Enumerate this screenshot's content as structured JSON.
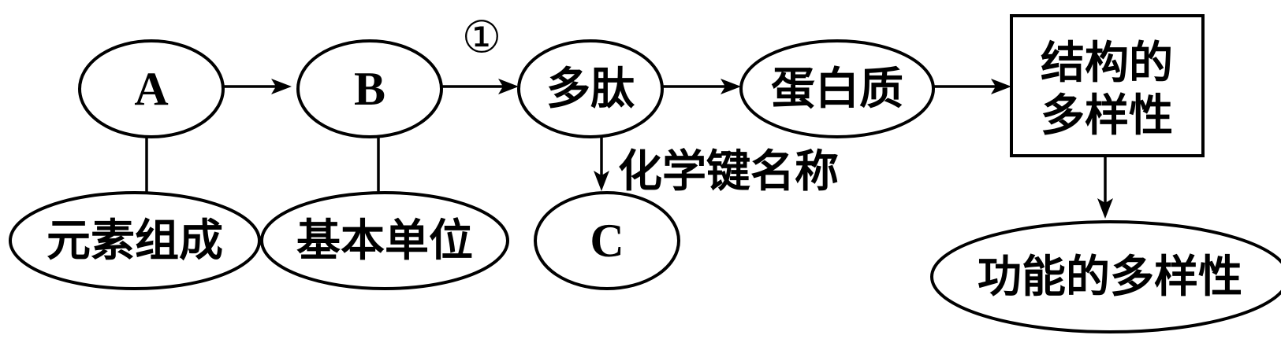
{
  "nodes": {
    "a": "A",
    "b": "B",
    "c": "C",
    "polypeptide": "多肽",
    "protein": "蛋白质",
    "structure_line1": "结构的",
    "structure_line2": "多样性",
    "function_diversity": "功能的多样性",
    "element_composition": "元素组成",
    "basic_unit": "基本单位"
  },
  "edge_labels": {
    "step_1": "①",
    "bond_name": "化学键名称"
  }
}
